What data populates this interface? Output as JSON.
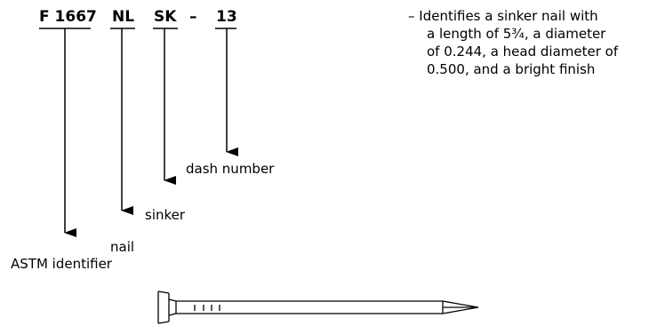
{
  "designation": {
    "spec": "F 1667",
    "type": "NL",
    "style": "SK",
    "dash": "–",
    "number": "13"
  },
  "labels": {
    "spec": "ASTM identifier",
    "type": "nail",
    "style": "sinker",
    "number": "dash number"
  },
  "note": {
    "line1": "– Identifies a sinker nail with",
    "line2": "a length of 5¾, a diameter",
    "line3": "of 0.244, a head diameter of",
    "line4": "0.500, and a bright finish"
  }
}
